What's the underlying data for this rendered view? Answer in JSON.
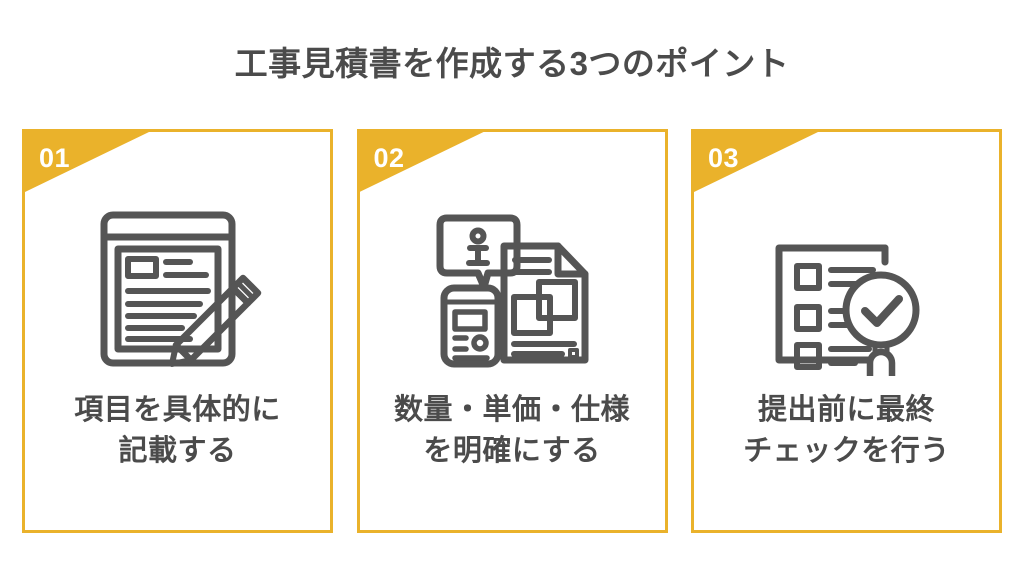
{
  "page": {
    "title": "工事見積書を作成する3つのポイント",
    "background_color": "#ffffff",
    "accent_color": "#eab22b",
    "text_color": "#4b4b4b"
  },
  "cards": [
    {
      "number": "01",
      "icon_name": "document-with-pencil-icon",
      "caption_line1": "項目を具体的に",
      "caption_line2": "記載する"
    },
    {
      "number": "02",
      "icon_name": "info-bubble-calculator-document-icon",
      "caption_line1": "数量・単価・仕様",
      "caption_line2": "を明確にする"
    },
    {
      "number": "03",
      "icon_name": "checklist-magnifier-check-icon",
      "caption_line1": "提出前に最終",
      "caption_line2": "チェックを行う"
    }
  ]
}
